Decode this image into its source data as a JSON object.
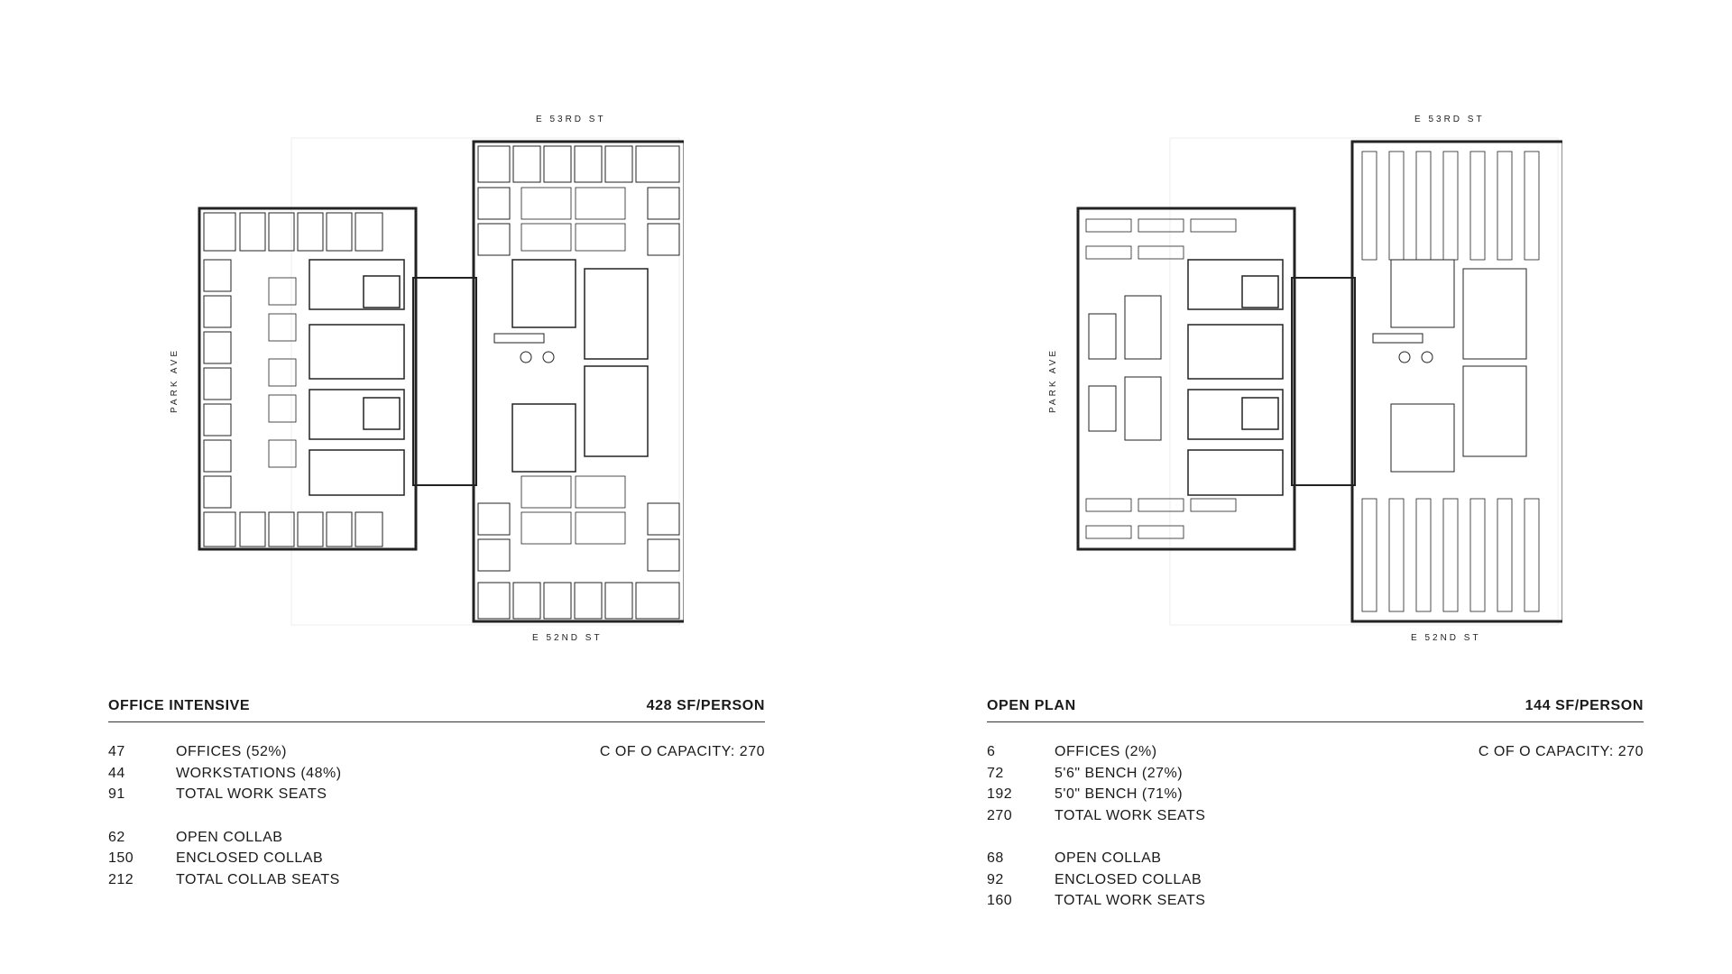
{
  "panels": [
    {
      "streets": {
        "north": "E 53RD ST",
        "south": "E 52ND ST",
        "west": "PARK AVE"
      },
      "title": "OFFICE INTENSIVE",
      "sf_per_person": "428 SF/PERSON",
      "capacity": "C OF O CAPACITY: 270",
      "work_seats": [
        {
          "count": "47",
          "label": "OFFICES (52%)"
        },
        {
          "count": "44",
          "label": "WORKSTATIONS (48%)"
        },
        {
          "count": "91",
          "label": "TOTAL WORK SEATS"
        }
      ],
      "collab_seats": [
        {
          "count": "62",
          "label": "OPEN COLLAB"
        },
        {
          "count": "150",
          "label": "ENCLOSED COLLAB"
        },
        {
          "count": "212",
          "label": "TOTAL COLLAB SEATS"
        }
      ]
    },
    {
      "streets": {
        "north": "E 53RD ST",
        "south": "E 52ND ST",
        "west": "PARK AVE"
      },
      "title": "OPEN PLAN",
      "sf_per_person": "144 SF/PERSON",
      "capacity": "C OF O CAPACITY: 270",
      "work_seats": [
        {
          "count": "6",
          "label": "OFFICES (2%)"
        },
        {
          "count": "72",
          "label": "5'6\" BENCH (27%)"
        },
        {
          "count": "192",
          "label": "5'0\" BENCH (71%)"
        },
        {
          "count": "270",
          "label": "TOTAL WORK SEATS"
        }
      ],
      "collab_seats": [
        {
          "count": "68",
          "label": "OPEN COLLAB"
        },
        {
          "count": "92",
          "label": "ENCLOSED COLLAB"
        },
        {
          "count": "160",
          "label": "TOTAL WORK SEATS"
        }
      ]
    }
  ]
}
